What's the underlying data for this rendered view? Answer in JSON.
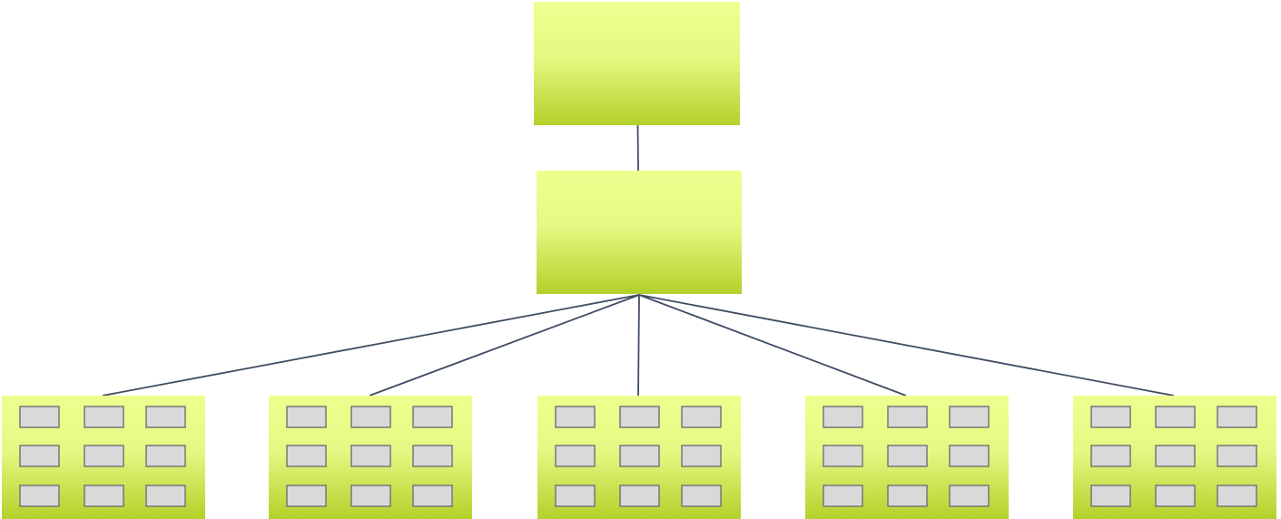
{
  "diagram": {
    "type": "hierarchy",
    "colors": {
      "node_top": "#eeff8f",
      "node_bottom": "#b3d12a",
      "edge": "#3e4c64",
      "cell_fill": "#d9d9d9",
      "cell_stroke": "#777777",
      "background": "#ffffff"
    },
    "root": {
      "label": ""
    },
    "hub": {
      "label": ""
    },
    "leaves": [
      {
        "label": "",
        "cell_rows": 3,
        "cell_cols": 3
      },
      {
        "label": "",
        "cell_rows": 3,
        "cell_cols": 3
      },
      {
        "label": "",
        "cell_rows": 3,
        "cell_cols": 3
      },
      {
        "label": "",
        "cell_rows": 3,
        "cell_cols": 3
      },
      {
        "label": "",
        "cell_rows": 3,
        "cell_cols": 3
      }
    ],
    "edges": [
      [
        "root",
        "hub"
      ],
      [
        "hub",
        "leaf-0"
      ],
      [
        "hub",
        "leaf-1"
      ],
      [
        "hub",
        "leaf-2"
      ],
      [
        "hub",
        "leaf-3"
      ],
      [
        "hub",
        "leaf-4"
      ]
    ]
  }
}
